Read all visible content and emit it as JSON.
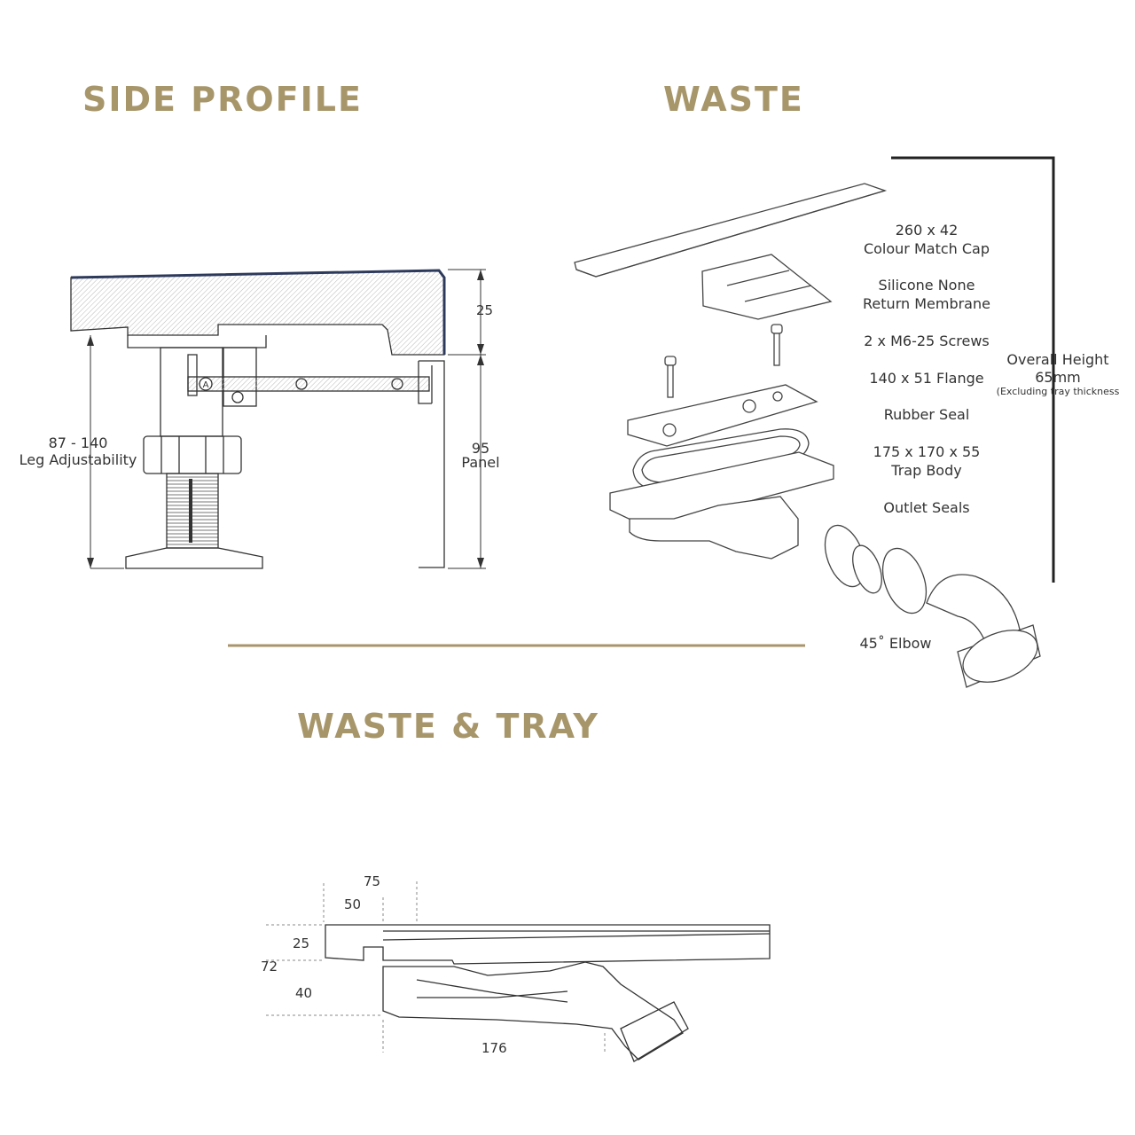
{
  "headings": {
    "side_profile": "SIDE PROFILE",
    "waste": "WASTE",
    "waste_tray": "WASTE & TRAY"
  },
  "side_profile": {
    "dim_top": "25",
    "leg_range": "87 - 140",
    "leg_label": "Leg Adjustability",
    "panel_value": "95",
    "panel_label": "Panel",
    "marker": "A"
  },
  "waste": {
    "parts": [
      {
        "line1": "260 x 42",
        "line2": "Colour Match Cap"
      },
      {
        "line1": "Silicone None",
        "line2": "Return Membrane"
      },
      {
        "line1": "2 x M6-25 Screws"
      },
      {
        "line1": "140 x 51 Flange"
      },
      {
        "line1": "Rubber Seal"
      },
      {
        "line1": "175 x 170 x 55",
        "line2": "Trap Body"
      },
      {
        "line1": "Outlet Seals"
      }
    ],
    "elbow": "45˚ Elbow",
    "overall": {
      "label": "Overall Height",
      "value": "65mm",
      "note": "(Excluding tray thickness"
    }
  },
  "waste_tray": {
    "dims": {
      "d75": "75",
      "d50": "50",
      "d25": "25",
      "d72": "72",
      "d40": "40",
      "d176": "176"
    }
  },
  "colors": {
    "heading": "#a8966b",
    "divider": "#a8966b",
    "tray_edge": "#2e3a5c",
    "line": "#333333"
  }
}
